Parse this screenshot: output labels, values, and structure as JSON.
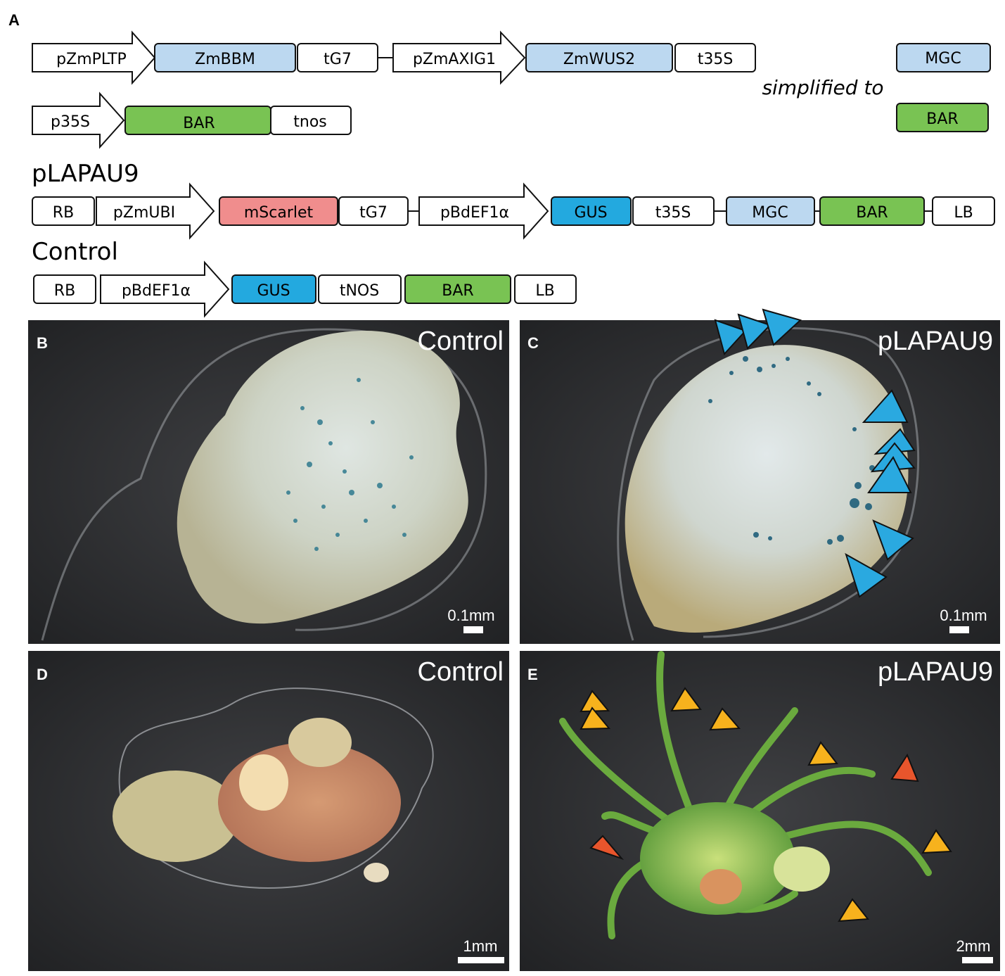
{
  "panels": {
    "A": "A",
    "B": "B",
    "C": "C",
    "D": "D",
    "E": "E"
  },
  "simplified_label": "simplified to",
  "row_labels": {
    "plapau9": "pLAPAU9",
    "control": "Control"
  },
  "colors": {
    "light_blue": "#bcd8f0",
    "green": "#79c353",
    "red": "#f08d8d",
    "gus_blue": "#23a9df",
    "white": "#ffffff",
    "arrow_blue": "#2aa9e0",
    "arrow_yellow": "#f7b21d",
    "arrow_red": "#e8552c"
  },
  "constructs": {
    "row1": [
      "pZmPLTP",
      "ZmBBM",
      "tG7",
      "pZmAXIG1",
      "ZmWUS2",
      "t35S"
    ],
    "row2": [
      "p35S",
      "BAR",
      "tnos"
    ],
    "legend": [
      "MGC",
      "BAR"
    ],
    "plapau9": [
      "RB",
      "pZmUBI",
      "mScarlet",
      "tG7",
      "pBdEF1α",
      "GUS",
      "t35S",
      "MGC",
      "BAR",
      "LB"
    ],
    "control": [
      "RB",
      "pBdEF1α",
      "GUS",
      "tNOS",
      "BAR",
      "LB"
    ]
  },
  "photos": {
    "B": {
      "title": "Control",
      "scale": "0.1mm"
    },
    "C": {
      "title": "pLAPAU9",
      "scale": "0.1mm"
    },
    "D": {
      "title": "Control",
      "scale": "1mm"
    },
    "E": {
      "title": "pLAPAU9",
      "scale": "2mm"
    }
  }
}
